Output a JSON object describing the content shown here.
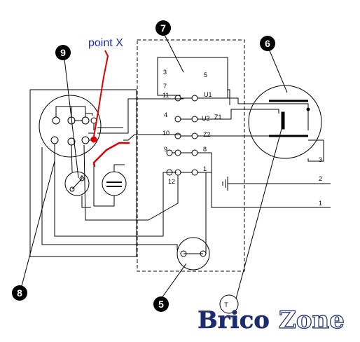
{
  "diagram": {
    "annotation": "point X",
    "callouts": [
      {
        "id": "callout-9",
        "label": "9"
      },
      {
        "id": "callout-7",
        "label": "7"
      },
      {
        "id": "callout-6",
        "label": "6"
      },
      {
        "id": "callout-8",
        "label": "8"
      },
      {
        "id": "callout-5",
        "label": "5"
      }
    ],
    "terminal_labels": {
      "t3_left": "3",
      "t5": "5",
      "t7": "7",
      "t11": "11",
      "u1": "U1",
      "t4": "4",
      "u2": "U2",
      "z1": "Z1",
      "t10": "10",
      "z2": "Z2",
      "t9": "9",
      "t8": "8",
      "t12": "12",
      "t1": "1",
      "out3": "3",
      "out2": "2",
      "out1": "1",
      "tach": "T"
    },
    "colors": {
      "line": "#000000",
      "highlight": "#e00000",
      "annotation": "#1a2aa8"
    }
  },
  "brand": {
    "part1": "Brico",
    "part2": "Zone"
  }
}
